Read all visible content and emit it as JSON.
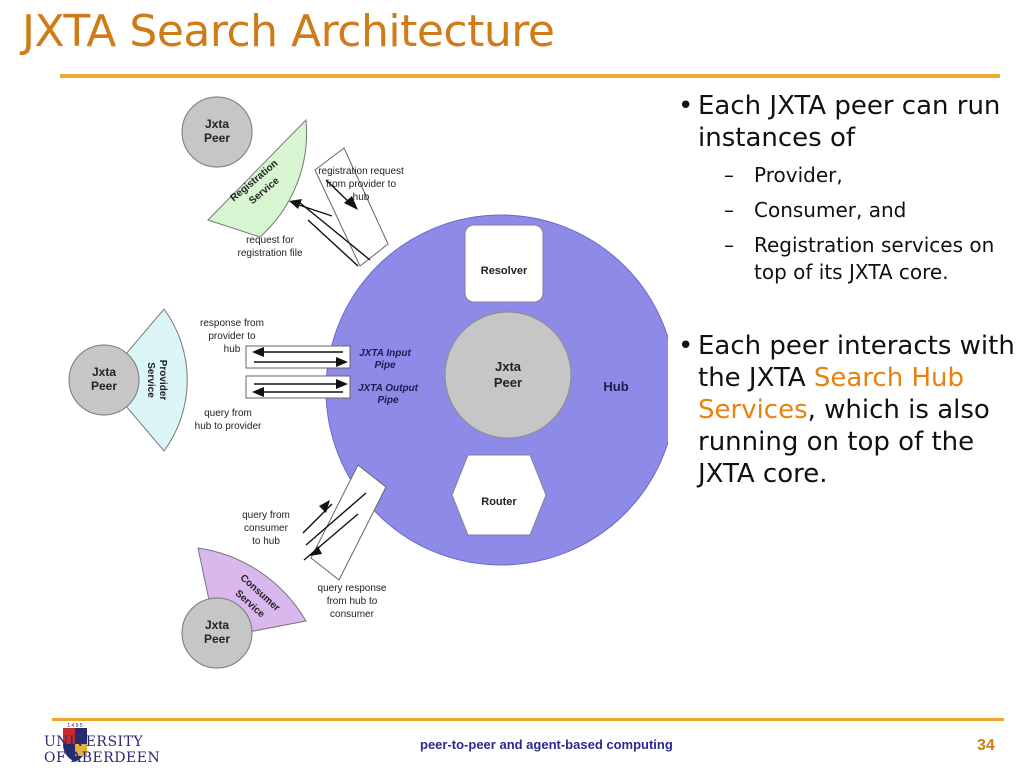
{
  "slide": {
    "title": "JXTA Search Architecture",
    "page_number": "34",
    "footer_text": "peer-to-peer and agent-based computing",
    "university_line1": "UNIVERSITY",
    "university_line2": "OF ABERDEEN"
  },
  "diagram": {
    "peer_label": [
      "Jxta",
      "Peer"
    ],
    "registration_service": [
      "Registration",
      "Service"
    ],
    "provider_service": [
      "Provider",
      "Service"
    ],
    "consumer_service": [
      "Consumer",
      "Service"
    ],
    "hub": "Hub",
    "resolver": "Resolver",
    "router": "Router",
    "input_pipe": [
      "JXTA Input",
      "Pipe"
    ],
    "output_pipe": [
      "JXTA Output",
      "Pipe"
    ],
    "registration_request": [
      "registration request",
      "from provider to",
      "hub"
    ],
    "request_for_registration": [
      "request for",
      "registration file"
    ],
    "response_from_provider": [
      "response from",
      "provider to",
      "hub"
    ],
    "query_from_hub": [
      "query from",
      "hub to provider"
    ],
    "query_from_consumer": [
      "query from",
      "consumer",
      "to hub"
    ],
    "query_response": [
      "query response",
      "from hub to",
      "consumer"
    ],
    "colors": {
      "hub": "#8d8ae8",
      "core_peer": "#c6c6c6",
      "registration": "#d6f5d0",
      "provider": "#dcf6f8",
      "consumer": "#d9b8ee"
    }
  },
  "bullets": {
    "b1": "Each JXTA peer can run instances of",
    "subs": [
      "Provider,",
      "Consumer, and",
      "Registration services on top of its JXTA core."
    ],
    "b2_pre": "Each peer interacts with the JXTA ",
    "b2_highlight": "Search Hub Services",
    "b2_post": ", which is also running on top of the JXTA core."
  }
}
